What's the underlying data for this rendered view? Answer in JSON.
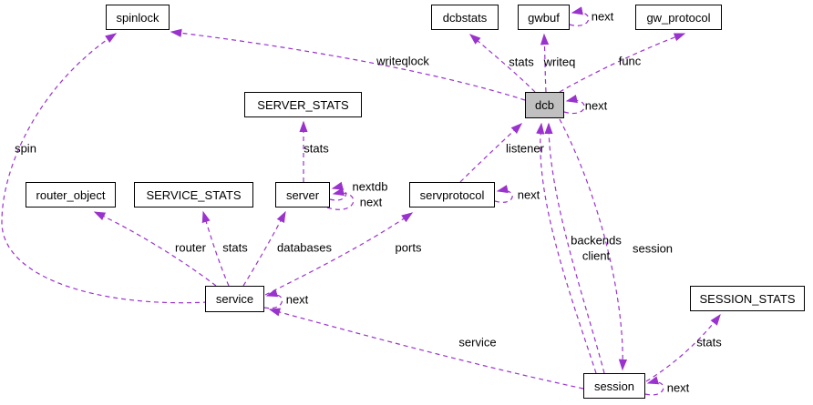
{
  "diagram": {
    "type": "collaboration-graph",
    "accent_color": "#9a32cd",
    "node_border_color": "#000000",
    "node_bg_color": "#ffffff",
    "highlight_node_bg_color": "#c0c0c0",
    "nodes": [
      {
        "id": "spinlock",
        "label": "spinlock"
      },
      {
        "id": "dcbstats",
        "label": "dcbstats"
      },
      {
        "id": "gwbuf",
        "label": "gwbuf"
      },
      {
        "id": "gw_protocol",
        "label": "gw_protocol"
      },
      {
        "id": "SERVER_STATS",
        "label": "SERVER_STATS"
      },
      {
        "id": "dcb",
        "label": "dcb",
        "highlighted": true
      },
      {
        "id": "router_object",
        "label": "router_object"
      },
      {
        "id": "SERVICE_STATS",
        "label": "SERVICE_STATS"
      },
      {
        "id": "server",
        "label": "server"
      },
      {
        "id": "servprotocol",
        "label": "servprotocol"
      },
      {
        "id": "service",
        "label": "service"
      },
      {
        "id": "SESSION_STATS",
        "label": "SESSION_STATS"
      },
      {
        "id": "session",
        "label": "session"
      }
    ],
    "edge_labels": [
      {
        "text": "writeqlock",
        "edge": "dcb->spinlock"
      },
      {
        "text": "stats",
        "edge": "dcb->dcbstats"
      },
      {
        "text": "writeq",
        "edge": "dcb->gwbuf"
      },
      {
        "text": "func",
        "edge": "dcb->gw_protocol"
      },
      {
        "text": "next",
        "edge": "gwbuf->gwbuf"
      },
      {
        "text": "next",
        "edge": "dcb->dcb"
      },
      {
        "text": "spin",
        "edge": "service->spinlock"
      },
      {
        "text": "stats",
        "edge": "server->SERVER_STATS"
      },
      {
        "text": "listener",
        "edge": "servprotocol->dcb"
      },
      {
        "text": "nextdb",
        "edge": "server->server"
      },
      {
        "text": "next",
        "edge": "server->server"
      },
      {
        "text": "next",
        "edge": "servprotocol->servprotocol"
      },
      {
        "text": "router",
        "edge": "service->router_object"
      },
      {
        "text": "stats",
        "edge": "service->SERVICE_STATS"
      },
      {
        "text": "databases",
        "edge": "service->server"
      },
      {
        "text": "ports",
        "edge": "service->servprotocol"
      },
      {
        "text": "backends",
        "edge": "session->dcb"
      },
      {
        "text": "client",
        "edge": "session->dcb"
      },
      {
        "text": "session",
        "edge": "dcb->session"
      },
      {
        "text": "next",
        "edge": "service->service"
      },
      {
        "text": "service",
        "edge": "session->service"
      },
      {
        "text": "stats",
        "edge": "session->SESSION_STATS"
      },
      {
        "text": "next",
        "edge": "session->session"
      }
    ]
  }
}
